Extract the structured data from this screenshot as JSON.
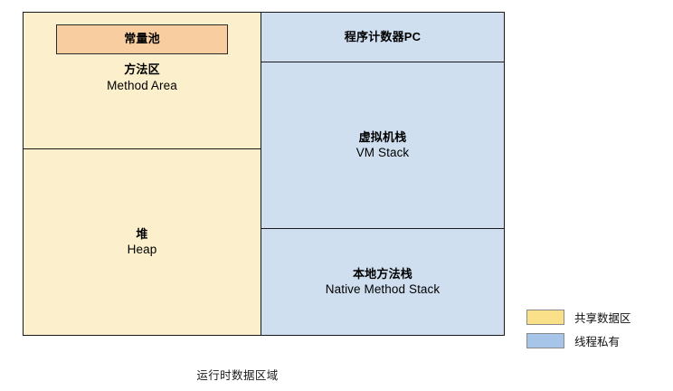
{
  "diagram": {
    "caption": "运行时数据区域",
    "shared_column": {
      "method_area": {
        "constant_pool_label": "常量池",
        "title_cn": "方法区",
        "title_en": "Method Area"
      },
      "heap": {
        "title_cn": "堆",
        "title_en": "Heap"
      }
    },
    "private_column": {
      "program_counter": {
        "title_cn": "程序计数器PC"
      },
      "vm_stack": {
        "title_cn": "虚拟机栈",
        "title_en": "VM Stack"
      },
      "native_method_stack": {
        "title_cn": "本地方法栈",
        "title_en": "Native Method Stack"
      }
    }
  },
  "legend": {
    "items": [
      {
        "label": "共享数据区",
        "color": "#fbe08a",
        "swatch_name": "shared-data-swatch"
      },
      {
        "label": "线程私有",
        "color": "#a7c5e8",
        "swatch_name": "thread-private-swatch"
      }
    ]
  },
  "colors": {
    "shared_fill": "#fcefcb",
    "private_fill": "#d0dff0",
    "constant_pool_fill": "#f8cda0",
    "border": "#1a1a1a",
    "legend_border": "#8a8a8a",
    "background": "#ffffff"
  }
}
